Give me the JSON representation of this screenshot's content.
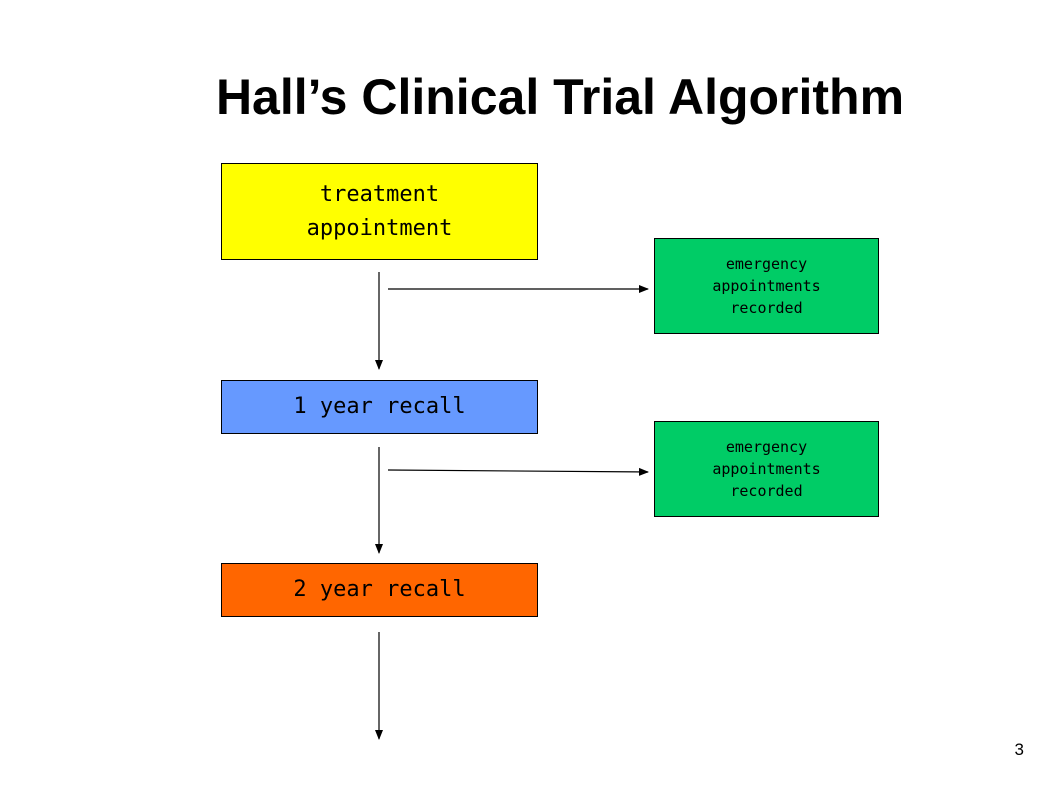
{
  "slide": {
    "title": "Hall’s Clinical Trial Algorithm",
    "page_number": "3"
  },
  "diagram": {
    "nodes": {
      "treatment": {
        "line1": "treatment",
        "line2": "appointment",
        "color": "#ffff00"
      },
      "recall_1": {
        "label": "1 year recall",
        "color": "#6699ff"
      },
      "recall_2": {
        "label": "2 year recall",
        "color": "#ff6600"
      },
      "emergency_1": {
        "line1": "emergency",
        "line2": "appointments",
        "line3": "recorded",
        "color": "#00cc66"
      },
      "emergency_2": {
        "line1": "emergency",
        "line2": "appointments",
        "line3": "recorded",
        "color": "#00cc66"
      }
    },
    "edges": [
      {
        "from": "treatment",
        "to": "recall_1"
      },
      {
        "from": "treatment",
        "to": "emergency_1"
      },
      {
        "from": "recall_1",
        "to": "recall_2"
      },
      {
        "from": "recall_1",
        "to": "emergency_2"
      },
      {
        "from": "recall_2",
        "to": "continuation"
      }
    ]
  }
}
